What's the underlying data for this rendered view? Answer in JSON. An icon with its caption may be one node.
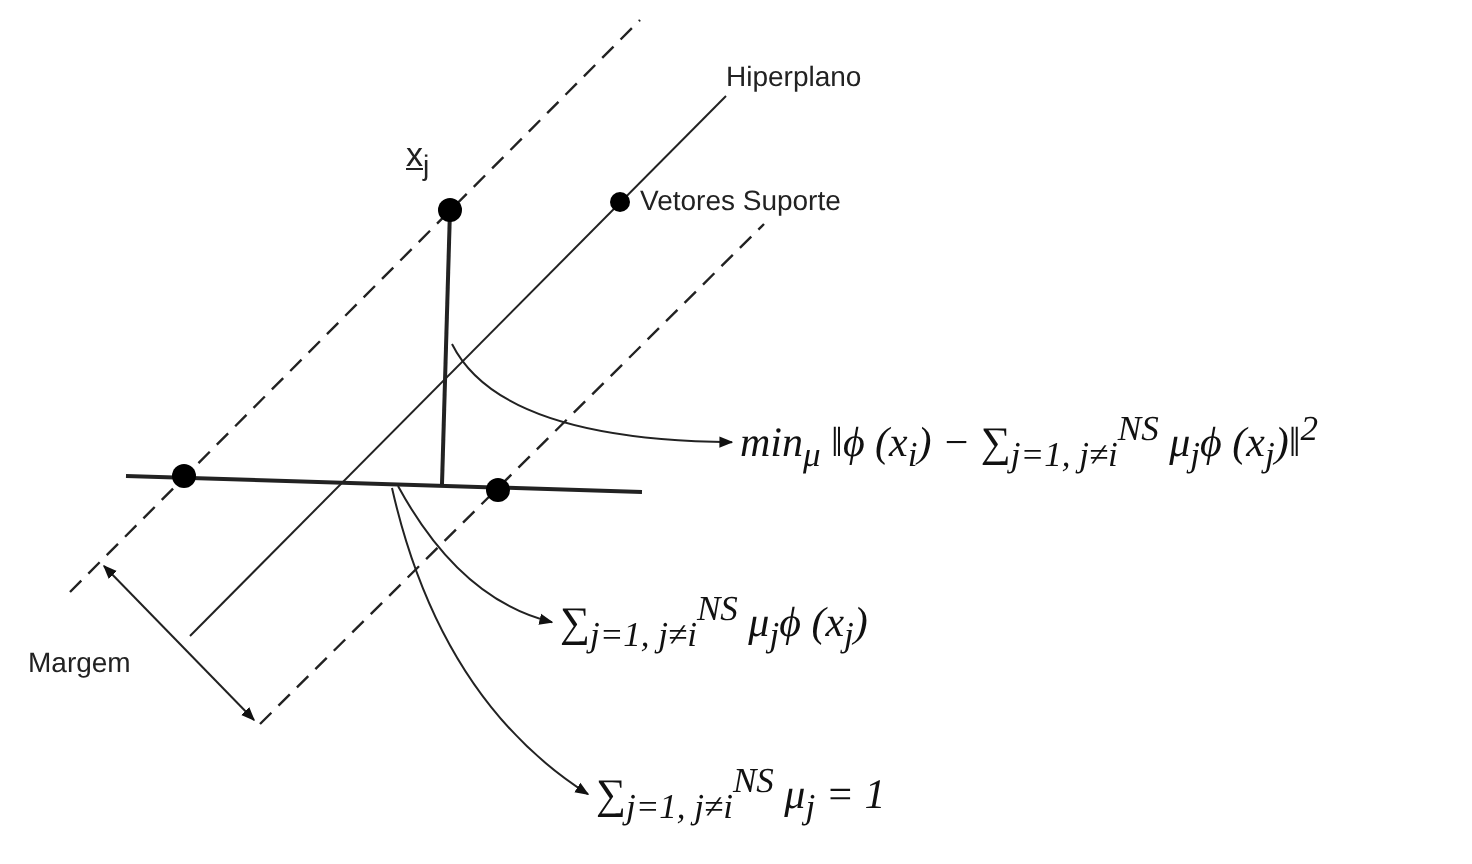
{
  "diagram": {
    "nodes": [
      {
        "text": [
          "min$_{μ}$ ‖ϕ (x$_{i}$) − ∑$_{j=1, j≠i}$$^{NS}$ μ$_{j}$ϕ (x$_{j}$)‖$^{2}$"
        ]
      },
      {
        "text": [
          "∑$_{j=1, j≠i}$$^{NS}$ μ$_{j}$ϕ (x$_{j}$)"
        ]
      },
      {
        "text": [
          "∑$_{j=1, j≠i}$$^{NS}$ μ$_{j}$ = 1"
        ]
      }
    ],
    "edges": [
      {
        "from": null,
        "to": 0,
        "arrow": "to"
      },
      {
        "from": null,
        "to": 1,
        "arrow": "to"
      },
      {
        "from": null,
        "to": 2,
        "arrow": "to"
      }
    ],
    "labels": [
      "Hiperplano",
      "x$_{j}$",
      "Margem"
    ],
    "legend": [
      {
        "text": "Vetores Suporte"
      }
    ]
  }
}
